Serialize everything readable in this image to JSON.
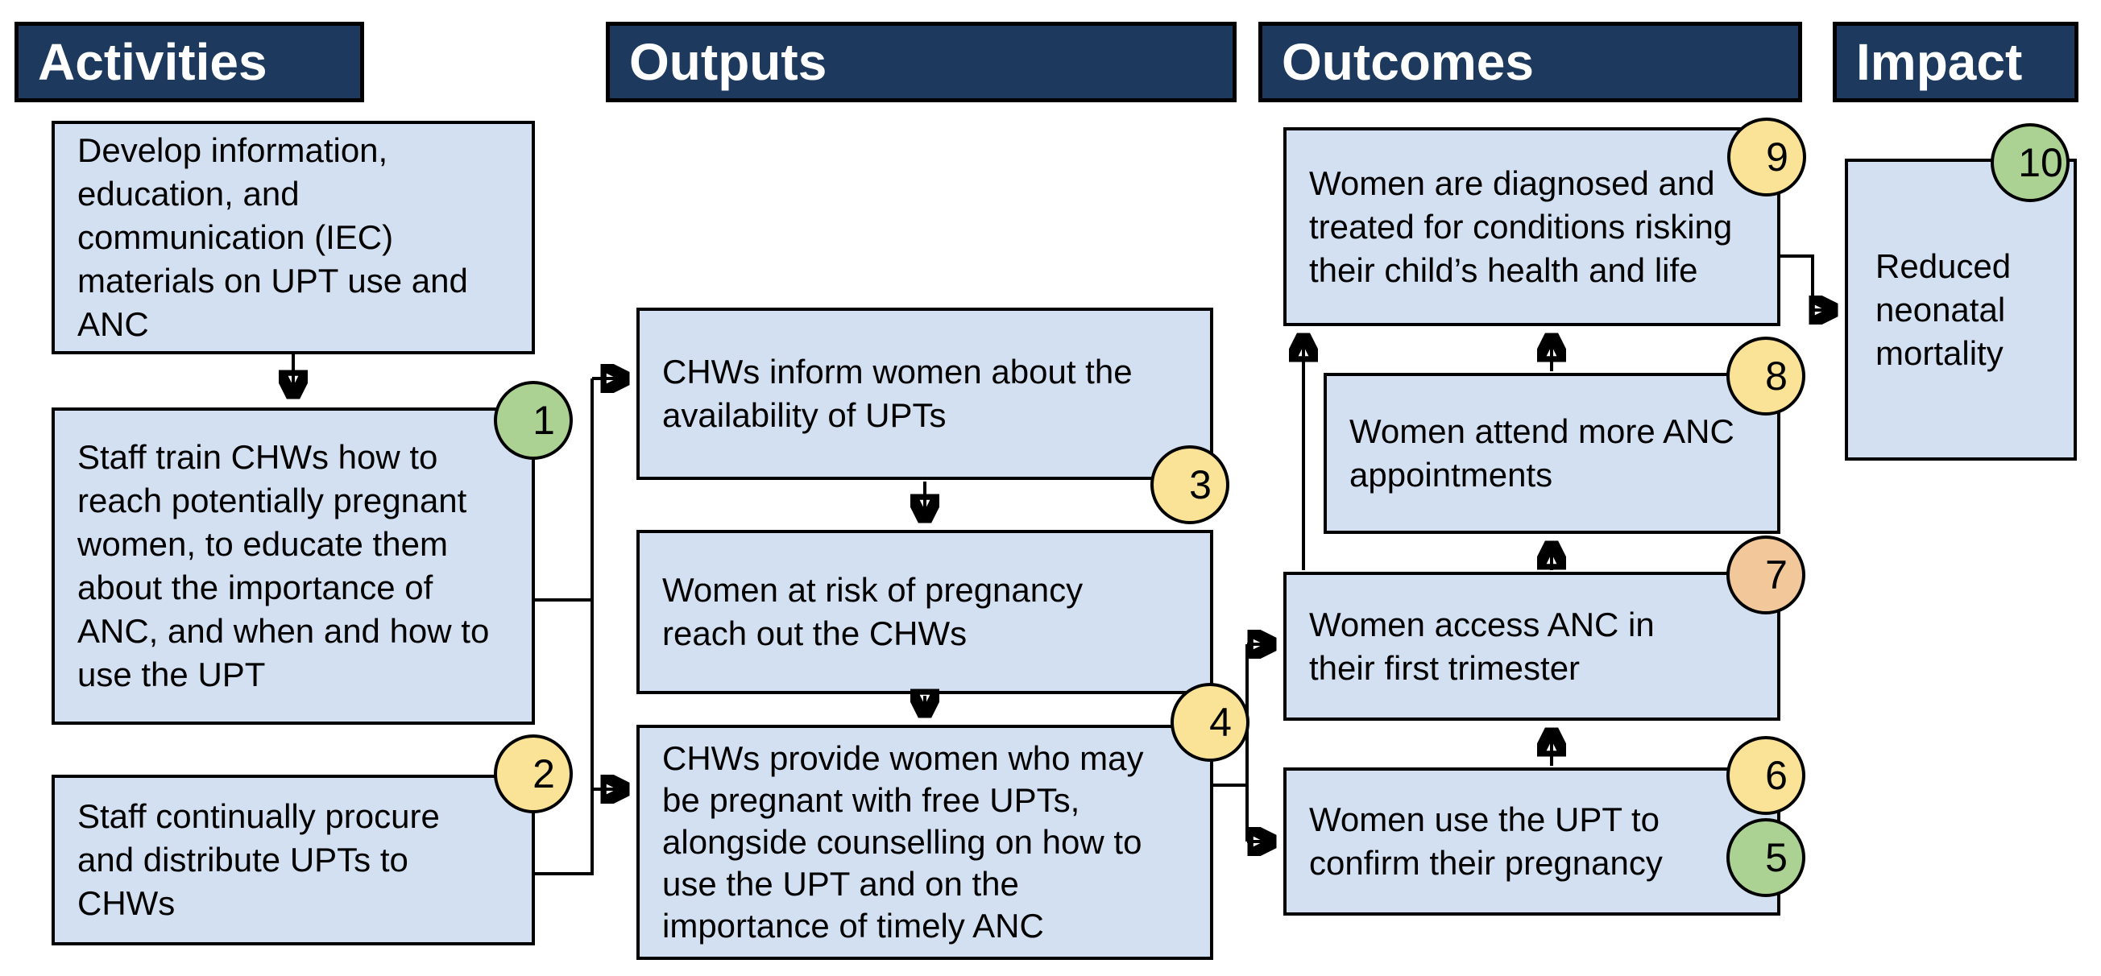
{
  "columns": [
    {
      "header": "Activities"
    },
    {
      "header": "Outputs"
    },
    {
      "header": "Outcomes"
    },
    {
      "header": "Impact"
    }
  ],
  "boxes": {
    "develop_iec": "Develop information, education, and communication (IEC) materials on UPT use and ANC",
    "staff_train_chws": "Staff train CHWs how to reach potentially pregnant women, to educate them about the importance of ANC, and when and how to use the UPT",
    "staff_procure_upts": "Staff continually procure and distribute UPTs to CHWs",
    "chws_inform_women": "CHWs inform women about the availability of UPTs",
    "women_reach_out": "Women at risk of pregnancy reach out the CHWs",
    "chws_provide_upts": "CHWs provide women who may be pregnant with free UPTs, alongside counselling on how to use the UPT and on the importance of timely ANC",
    "women_diagnosed_treated": "Women are diagnosed and treated for conditions risking their child’s health and life",
    "women_attend_anc": "Women attend more ANC appointments",
    "women_access_anc": "Women access ANC in their first trimester",
    "women_use_upt": "Women use the UPT to confirm their pregnancy",
    "reduced_neonatal_mortality": "Reduced neonatal mortality"
  },
  "badges": {
    "b1": {
      "number": "1",
      "tone": "green"
    },
    "b2": {
      "number": "2",
      "tone": "yellow"
    },
    "b3": {
      "number": "3",
      "tone": "yellow"
    },
    "b4": {
      "number": "4",
      "tone": "yellow"
    },
    "b5": {
      "number": "5",
      "tone": "green"
    },
    "b6": {
      "number": "6",
      "tone": "yellow"
    },
    "b7": {
      "number": "7",
      "tone": "orange"
    },
    "b8": {
      "number": "8",
      "tone": "yellow"
    },
    "b9": {
      "number": "9",
      "tone": "yellow"
    },
    "b10": {
      "number": "10",
      "tone": "green"
    }
  },
  "badge_colors": {
    "green": "#ABD193",
    "yellow": "#FAE396",
    "orange": "#F2C79A"
  },
  "colors": {
    "header_bg": "#1D3A5E",
    "header_text": "#FFFFFF",
    "box_bg": "#D3E0F2",
    "border": "#000000",
    "connector": "#000000"
  }
}
